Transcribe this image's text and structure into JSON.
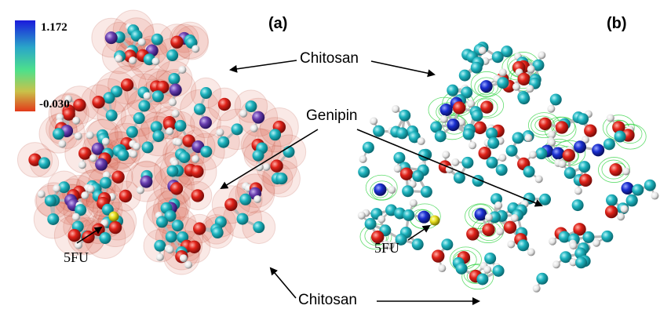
{
  "panel_a": {
    "label": "(a)",
    "scale": {
      "max_label": "1.172",
      "min_label": "-0.030",
      "colors": [
        "#1a1adc",
        "#2aa7c8",
        "#4ee08a",
        "#c9c24a",
        "#e23a1a"
      ]
    }
  },
  "panel_b": {
    "label": "(b)"
  },
  "annotations": {
    "chitosan_top": "Chitosan",
    "genipin": "Genipin",
    "chitosan_bottom": "Chitosan",
    "fu_a": "5FU",
    "fu_b": "5FU"
  },
  "atom_colors": {
    "carbon": "#1fb5c0",
    "oxygen": "#e0231a",
    "nitrogen_a": "#6a3fb0",
    "nitrogen_b": "#1a2fd0",
    "hydrogen": "#f0f0f0",
    "fluorine": "#e8e020",
    "bond": "#b8b8b8",
    "surface_a": "#d9583f",
    "surface_b": "#3ad44a"
  }
}
